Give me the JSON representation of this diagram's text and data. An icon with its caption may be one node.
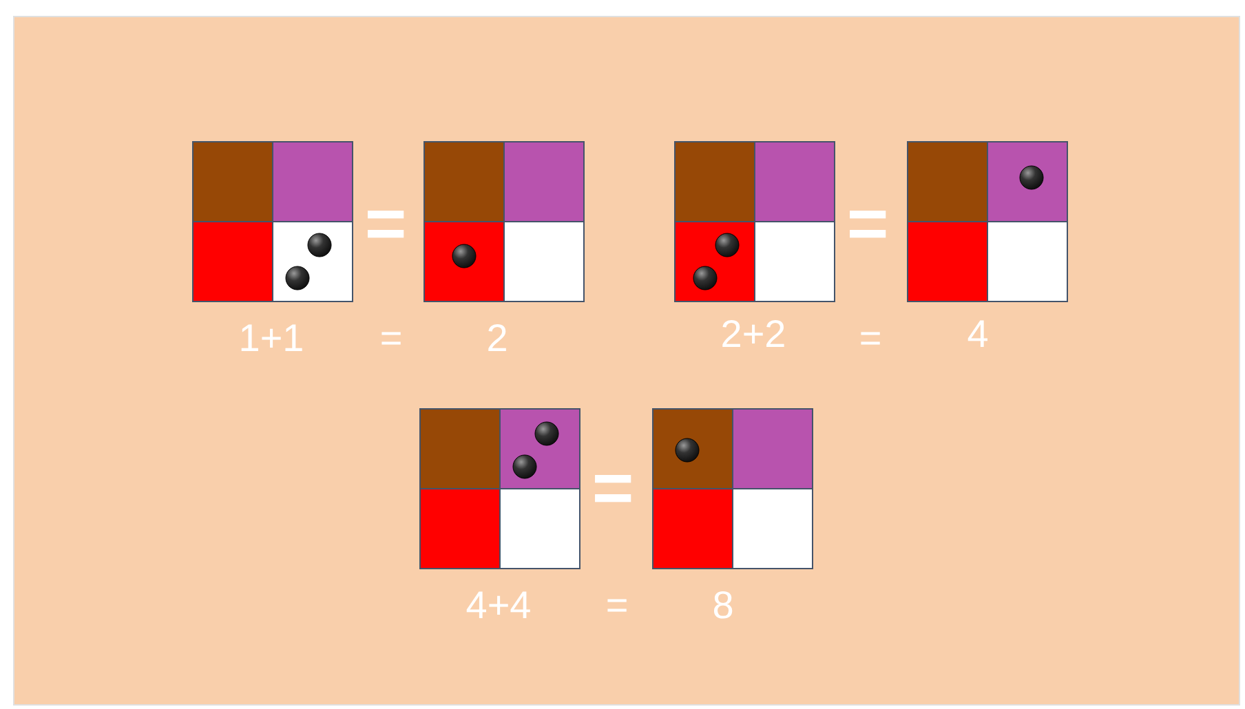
{
  "diagram": {
    "labels": [
      "=",
      "=",
      "1+1",
      "=",
      "2",
      "2+2",
      "=",
      "4",
      "=",
      "4+4",
      "=",
      "8"
    ]
  }
}
